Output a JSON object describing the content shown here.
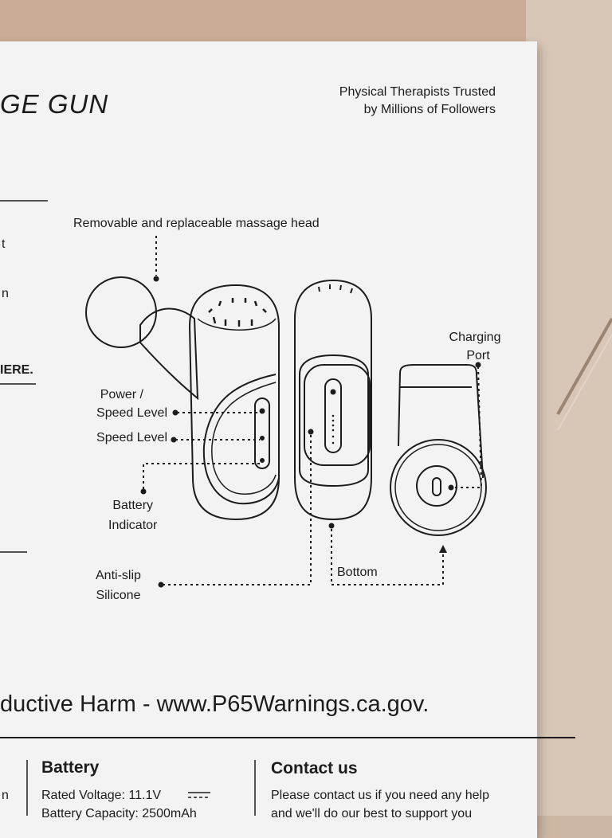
{
  "box": {
    "product_title": "GE GUN",
    "tagline": [
      "Physical Therapists Trusted",
      "by Millions of Followers"
    ],
    "left_fragments": {
      "t": "t",
      "n": "n",
      "here": "IERE."
    }
  },
  "diagram": {
    "massage_head_label": "Removable and replaceable massage head",
    "power_label": [
      "Power /",
      "Speed Level"
    ],
    "speed_label": "Speed Level",
    "battery_indicator_label": [
      "Battery",
      "Indicator"
    ],
    "anti_slip_label": [
      "Anti-slip",
      "Silicone"
    ],
    "bottom_label": "Bottom",
    "charging_port_label": [
      "Charging",
      "Port"
    ]
  },
  "warning_text": "ductive Harm - www.P65Warnings.ca.gov.",
  "footer": {
    "left_fragment": "n",
    "battery": {
      "title": "Battery",
      "rated_voltage": "Rated Voltage: 11.1V",
      "capacity": "Battery Capacity: 2500mAh"
    },
    "contact": {
      "title": "Contact us",
      "line1": "Please contact us if you need any help",
      "line2": "and we'll do our best to support you"
    }
  }
}
